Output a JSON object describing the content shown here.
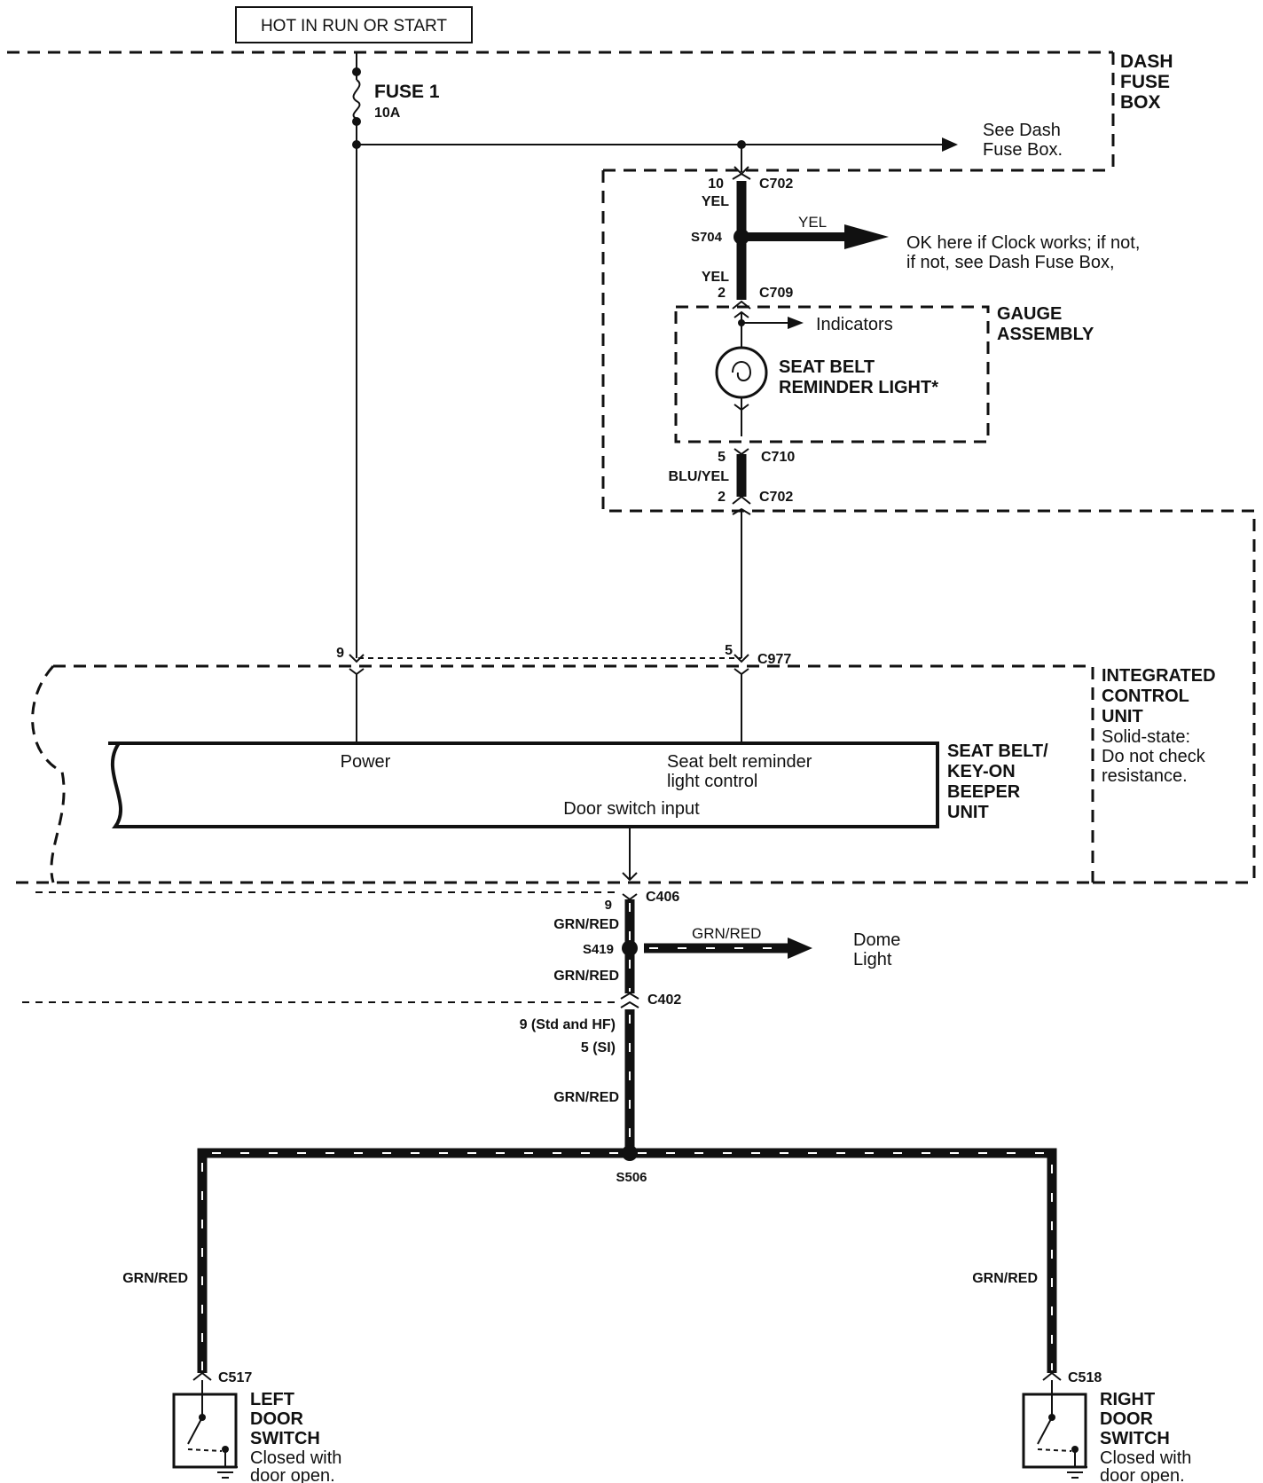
{
  "header": {
    "power_label": "HOT IN RUN OR START"
  },
  "dash_fuse_box": {
    "label_lines": [
      "DASH",
      "FUSE",
      "BOX"
    ],
    "fuse_name": "FUSE 1",
    "fuse_rating": "10A",
    "see_note_lines": [
      "See Dash",
      "Fuse Box."
    ]
  },
  "gauge_side": {
    "pin_top": "10",
    "conn_top": "C702",
    "wire_top": "YEL",
    "splice": "S704",
    "branch_wire": "YEL",
    "clock_note_lines": [
      "OK here if Clock works; if not,",
      "if not, see Dash Fuse Box,"
    ],
    "wire_lower": "YEL",
    "pin_c709": "2",
    "conn_c709": "C709",
    "gauge_label_lines": [
      "GAUGE",
      "ASSEMBLY"
    ],
    "indicators": "Indicators",
    "light_label_lines": [
      "SEAT BELT",
      "REMINDER LIGHT*"
    ],
    "pin_c710": "5",
    "conn_c710": "C710",
    "wire_c710": "BLU/YEL",
    "pin_c702b": "2",
    "conn_c702b": "C702"
  },
  "icu": {
    "pin_power": "9",
    "pin_seatbelt": "5",
    "conn": "C977",
    "label_lines": [
      "INTEGRATED",
      "CONTROL",
      "UNIT"
    ],
    "note_lines": [
      "Solid-state:",
      "Do not check",
      "resistance."
    ],
    "beeper_lines": [
      "SEAT BELT/",
      "KEY-ON",
      "BEEPER",
      "UNIT"
    ],
    "power": "Power",
    "seatbelt_lines": [
      "Seat belt reminder",
      "light control"
    ],
    "door_input": "Door switch input"
  },
  "lower": {
    "pin_c406": "9",
    "conn_c406": "C406",
    "wire1": "GRN/RED",
    "splice_s419": "S419",
    "dome_wire": "GRN/RED",
    "dome_lines": [
      "Dome",
      "Light"
    ],
    "wire2": "GRN/RED",
    "conn_c402": "C402",
    "pin_std": "9 (Std and HF)",
    "pin_si": "5 (SI)",
    "wire3": "GRN/RED",
    "splice_s506": "S506",
    "left_wire": "GRN/RED",
    "right_wire": "GRN/RED",
    "conn_c517": "C517",
    "conn_c518": "C518",
    "left_label_lines": [
      "LEFT",
      "DOOR",
      "SWITCH"
    ],
    "right_label_lines": [
      "RIGHT",
      "DOOR",
      "SWITCH"
    ],
    "switch_note_lines": [
      "Closed with",
      "door open."
    ]
  }
}
